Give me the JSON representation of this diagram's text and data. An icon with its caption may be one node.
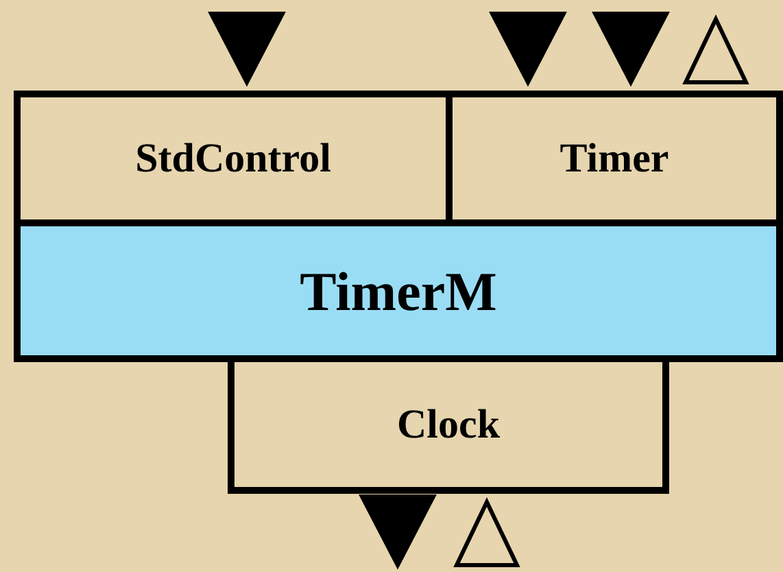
{
  "diagram": {
    "nodes": [
      {
        "text": [
          "StdControl"
        ]
      },
      {
        "text": [
          "Timer"
        ]
      },
      {
        "text": [
          "TimerM"
        ]
      },
      {
        "text": [
          "Clock"
        ]
      }
    ]
  }
}
